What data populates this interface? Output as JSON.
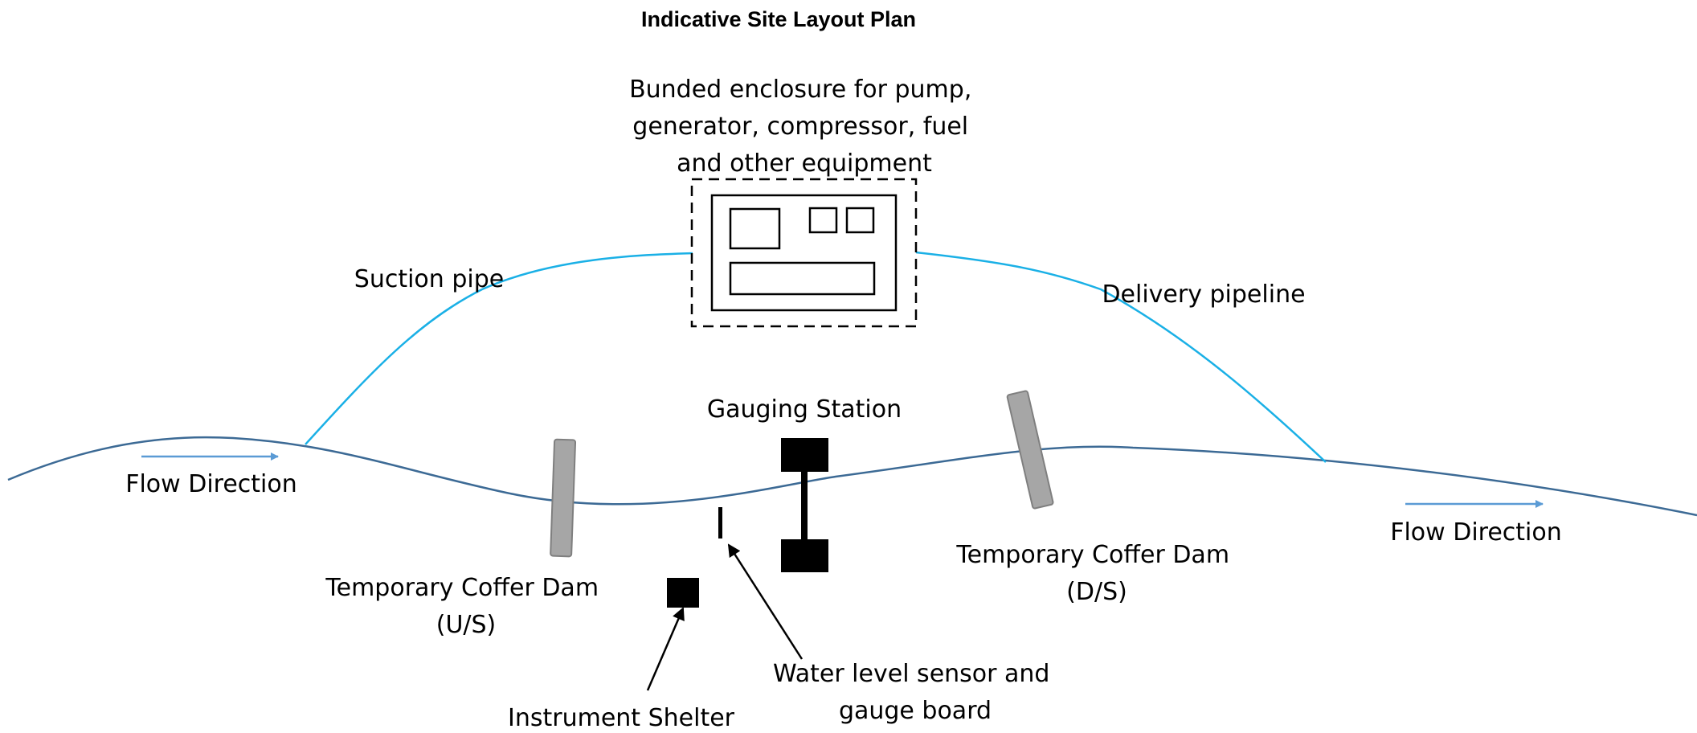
{
  "title": "Indicative Site Layout Plan",
  "labels": {
    "bunded_enclosure": [
      "Bunded enclosure for pump,",
      "generator, compressor, fuel",
      "and other equipment"
    ],
    "suction_pipe": "Suction pipe",
    "delivery_pipeline": "Delivery pipeline",
    "gauging_station": "Gauging Station",
    "flow_direction_left": "Flow Direction",
    "flow_direction_right": "Flow Direction",
    "coffer_dam_us": [
      "Temporary Coffer Dam",
      "(U/S)"
    ],
    "coffer_dam_ds": [
      "Temporary Coffer Dam",
      "(D/S)"
    ],
    "water_level_sensor": [
      "Water level sensor and",
      "gauge board"
    ],
    "instrument_shelter": "Instrument Shelter"
  },
  "colors": {
    "river": "#3c6a95",
    "pipe": "#1ab0e6",
    "flow_arrow": "#5b9bd5",
    "dam_fill": "#a6a6a6",
    "dam_stroke": "#7f7f7f",
    "ink": "#000000"
  }
}
